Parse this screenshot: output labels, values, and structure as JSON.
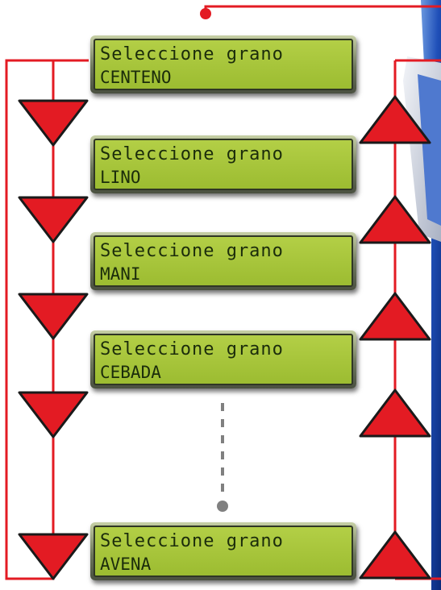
{
  "diagram": {
    "line_color": "#e31b23",
    "arrow_down_color": "#e31b23",
    "arrow_up_color": "#e31b23",
    "lcd_background": "#a9c63a",
    "lcd_text_color": "#1b2c0b",
    "ellipsis_color": "#808080"
  },
  "screens": [
    {
      "line1": "Seleccione grano",
      "line2": "CENTENO"
    },
    {
      "line1": "Seleccione grano",
      "line2": "LINO"
    },
    {
      "line1": "Seleccione grano",
      "line2": "MANI"
    },
    {
      "line1": "Seleccione grano",
      "line2": "CEBADA"
    },
    {
      "line1": "Seleccione grano",
      "line2": "AVENA"
    }
  ]
}
